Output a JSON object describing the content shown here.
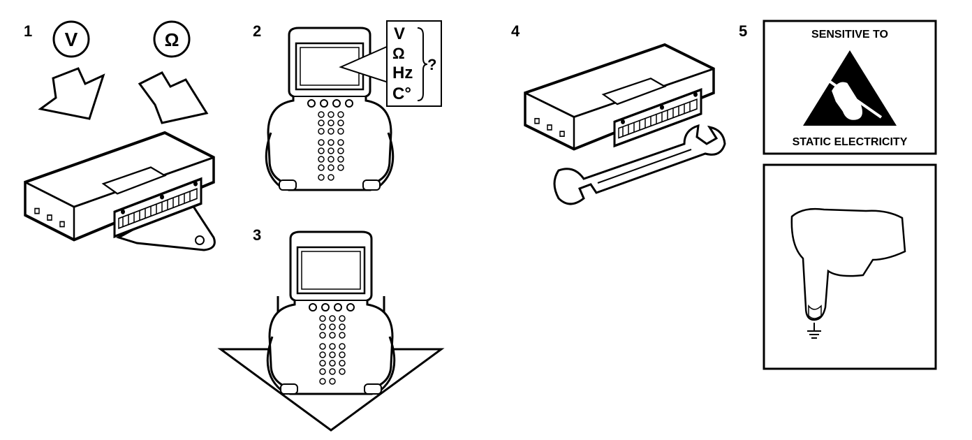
{
  "steps": [
    {
      "number": "1"
    },
    {
      "number": "2"
    },
    {
      "number": "3"
    },
    {
      "number": "4"
    },
    {
      "number": "5"
    }
  ],
  "step1": {
    "symbol_volt": "V",
    "symbol_ohm": "Ω"
  },
  "step2": {
    "quantities": [
      "V",
      "Ω",
      "Hz",
      "C°"
    ],
    "question": "?"
  },
  "step5": {
    "warning_top": "SENSITIVE TO",
    "warning_bottom": "STATIC ELECTRICITY"
  }
}
